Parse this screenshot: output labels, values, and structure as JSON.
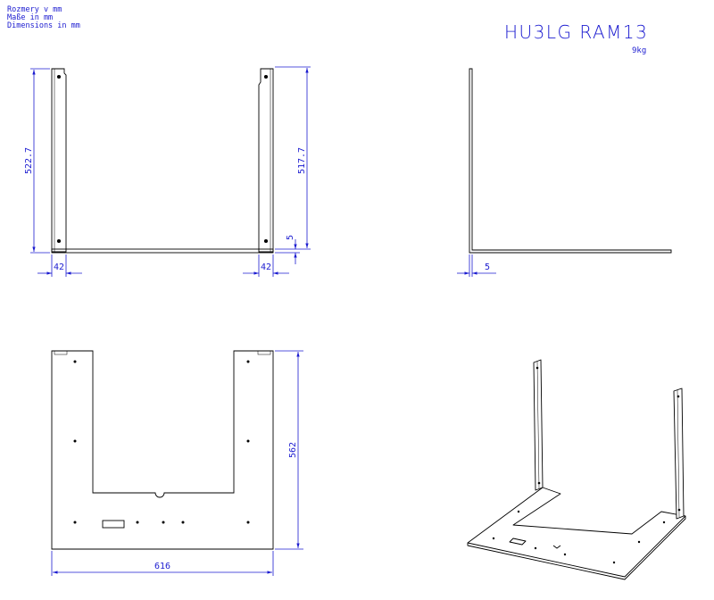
{
  "notes": [
    "Rozmery v mm",
    "Maße in mm",
    "Dimensions in mm"
  ],
  "title": "HU3LG RAM13",
  "weight": "9kg",
  "dims": {
    "left_height": "522.7",
    "right_height": "517.7",
    "thickness_front": "5",
    "width_left": "42",
    "width_right": "42",
    "thickness_side": "5",
    "plan_depth": "562",
    "plan_width": "616"
  },
  "colors": {
    "dimension": "#1b1bd0",
    "line": "#000000"
  }
}
